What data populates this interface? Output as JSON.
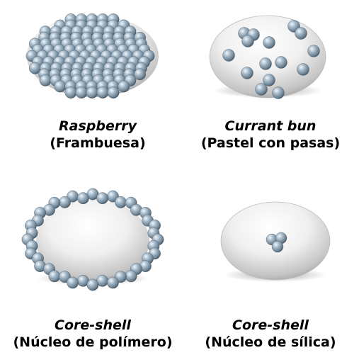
{
  "panels": [
    {
      "id": "raspberry",
      "name": "Raspberry",
      "subtitle": "(Frambuesa)"
    },
    {
      "id": "currant-bun",
      "name": "Currant bun",
      "subtitle": "(Pastel con pasas)"
    },
    {
      "id": "core-shell-polymer",
      "name": "Core-shell",
      "subtitle": "(Núcleo de polímero)"
    },
    {
      "id": "core-shell-silica",
      "name": "Core-shell",
      "subtitle": "(Núcleo de sílica)"
    }
  ],
  "colors": {
    "sphere_base": "#8fa4b4",
    "sphere_highlight": "#f2f7fb",
    "sphere_shadow": "#3f5060",
    "core_light": "#ffffff",
    "core_dark": "#8e8e8e",
    "caption_text": "#000000"
  }
}
